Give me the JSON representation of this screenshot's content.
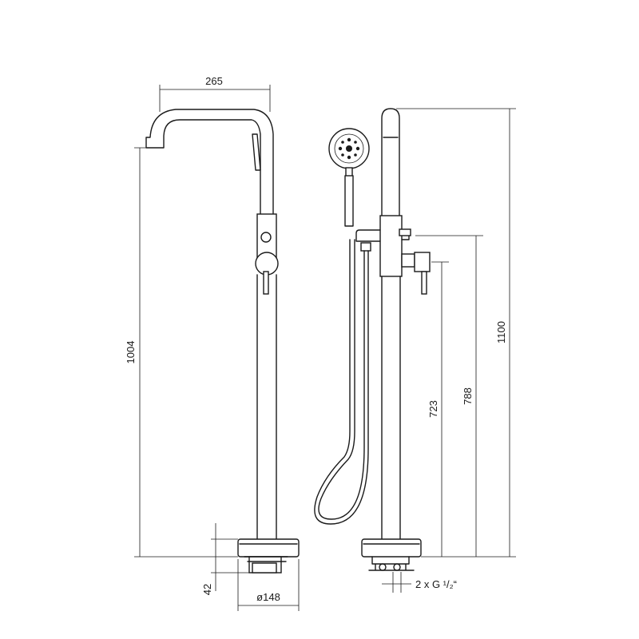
{
  "dimensions": {
    "spout_reach": "265",
    "left_height": "1004",
    "base_height": "42",
    "base_diameter": "ø148",
    "height_723": "723",
    "height_788": "788",
    "height_1100": "1100",
    "connection": "2 x G ¹/₂“"
  },
  "colors": {
    "line": "#1a1a1a",
    "background": "#ffffff"
  }
}
